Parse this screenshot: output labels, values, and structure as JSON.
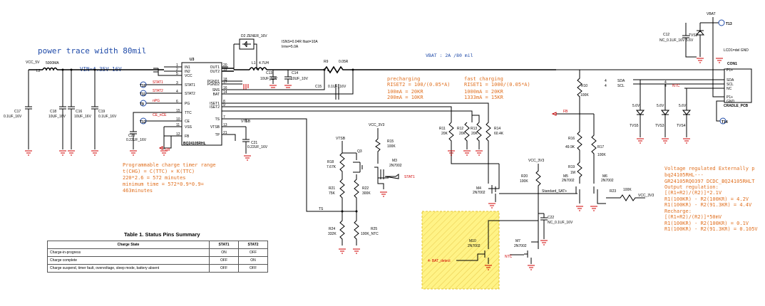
{
  "notes": {
    "power_trace": "power trace width 80mil",
    "vin": "VIN=4.35V-16V",
    "vbat": "VBAT : 2A /80 mil",
    "current_limit": [
      "ISNS=0.04R Ifast=10A",
      "Irme=5.0A"
    ],
    "lcd_gnd": "LCD1=del GND",
    "precharging": [
      "precharging",
      "RISET2 = 100/(0.05*A)",
      "100mA = 20KR",
      "200mA = 10KR"
    ],
    "fast_charging": [
      "fast charging",
      "RISET1 = 1000/(0.05*A)",
      "1000mA = 20KR",
      "1333mA = 15KR"
    ],
    "timer": [
      "Programmable charge timer range",
      "t(CHG) = C(TTC) × K(TTC)",
      "220*2.6 = 572 minutes",
      "minimum time = 572*0.9*0.9=",
      "463minutes"
    ],
    "regulation": [
      "Voltage regulated Externally p",
      "bq24105RHL---",
      "GR24105RQ0397 DCDC_BQ24105RHLT",
      "Output regulation:",
      "[(R1+R2)/(R2)]*2.1V",
      "R1(100KR) - R2(100KR) = 4.2V",
      "R1(100KR) - R2(91.3KR) = 4.4V",
      "Recharge:",
      "[(R1+R2)/(R2)]*50mV",
      "R1(100KR) - R2(100KR) = 0.1V",
      "R1(100KR) - R2(91.3KR) = 0.105V"
    ]
  },
  "ic": {
    "ref": "U3",
    "part": "BQ24105RHL",
    "left_pins": [
      "IN1",
      "IN2",
      "VCC",
      "STAT1",
      "STAT2",
      "PG",
      "TTC",
      "CE",
      "VSS",
      "FB"
    ],
    "left_nums": [
      "1",
      "2",
      "5",
      "3",
      "4",
      "6",
      "15",
      "10",
      "11",
      "12"
    ],
    "right_pins": [
      "OUT1",
      "OUT2",
      "PGND1",
      "PGND2",
      "SNS",
      "BAT",
      "ISET1",
      "ISET2",
      "TS",
      "VTSB",
      "TP"
    ],
    "right_nums": [
      "20",
      "19",
      "18",
      "17",
      "16",
      "14",
      "8",
      "9",
      "7",
      "13",
      "21"
    ]
  },
  "nets": {
    "vcc5v": "VCC_5V",
    "vbat": "VBAT",
    "vtsb": "VTSB",
    "vcc3v3": "VCC_3V3",
    "stat1": "STAT1",
    "stat2": "STAT2",
    "npg": "nPG",
    "ce": "CE_nCE",
    "fb": "FB",
    "ts": "TS",
    "std_sat": "Standard_SAT+",
    "ntc": "NTC",
    "bat_detect": "4- BAT_detect",
    "sda": "SDA",
    "scl": "SCL",
    "num4a": "4",
    "num4b": "4",
    "num4c": "4",
    "num4d": "4"
  },
  "components": {
    "L2": [
      "L2",
      "5000MA"
    ],
    "C17": [
      "C17",
      "0.1UF_16V"
    ],
    "C18": [
      "C18",
      "10UF_16V"
    ],
    "C16": [
      "C16",
      "10UF_16V"
    ],
    "C19": [
      "C19",
      "0.1UF_16V"
    ],
    "C20": [
      "C20",
      "0.22UF_16V"
    ],
    "C21": [
      "C21",
      "0.22UF_16V"
    ],
    "D2": [
      "D2",
      "ZENER_16V"
    ],
    "L1": [
      "L1",
      "4.7UH"
    ],
    "C13": [
      "C13",
      "10UF_10V"
    ],
    "C14": [
      "C14",
      "10UF_10V"
    ],
    "C15": [
      "C15",
      "0.1UF_16V"
    ],
    "R9": [
      "R9",
      "0.05R"
    ],
    "R11": [
      "R11",
      "20K"
    ],
    "R12": [
      "R12",
      "20K"
    ],
    "R13": [
      "R13",
      "20K"
    ],
    "R14": [
      "R14",
      "60.4K"
    ],
    "R15": [
      "R15",
      "100K"
    ],
    "M3": [
      "M3",
      "2N7002"
    ],
    "Q3": [
      "Q3",
      ""
    ],
    "R18": [
      "R18",
      "7.67K"
    ],
    "R21": [
      "R21",
      "75K"
    ],
    "R22": [
      "R22",
      "300K"
    ],
    "R24": [
      "R24",
      "332K"
    ],
    "R25": [
      "R25",
      "100K_NTC"
    ],
    "M4": [
      "M4",
      "2N7002"
    ],
    "R20": [
      "R20",
      "100K"
    ],
    "C22": [
      "C22",
      "NC_0.1UF_16V"
    ],
    "M10": [
      "M10",
      "2N7002"
    ],
    "M7": [
      "M7",
      "2N7002"
    ],
    "R10": [
      "R10",
      "100K"
    ],
    "R16": [
      "R16",
      "49.9K"
    ],
    "R17": [
      "R17",
      "100K"
    ],
    "R19": [
      "R19",
      "1M"
    ],
    "M5": [
      "M5",
      "2N7002"
    ],
    "M6": [
      "M6",
      "2N7002"
    ],
    "R23": [
      "R23",
      "100K"
    ],
    "C12": [
      "C12",
      "NC_0.1UF_16V"
    ],
    "TVS2": [
      "TVS2",
      "5.6V"
    ],
    "TVS5": [
      "TVS5",
      "5.6V"
    ],
    "TVS3": [
      "TVS3",
      "5.6V"
    ],
    "TVS4": [
      "TVS4",
      "5.6V"
    ],
    "CON1": [
      "CON1",
      "CRADLE_PCB"
    ]
  },
  "con1_pins": [
    "P1+",
    "SDA",
    "SCL",
    "NC",
    "P1+",
    "GND"
  ],
  "testpoints": [
    "T13",
    "T14",
    "T10",
    "T11",
    "T9",
    "T12"
  ],
  "table": {
    "caption": "Table 1. Status Pins Summary",
    "headers": [
      "Charge State",
      "STAT1",
      "STAT2"
    ],
    "rows": [
      [
        "Charge-in-progress",
        "ON",
        "OFF"
      ],
      [
        "Charge complete",
        "OFF",
        "ON"
      ],
      [
        "Charge suspend, timer fault, overvoltage, sleep mode, battery absent",
        "OFF",
        "OFF"
      ]
    ]
  },
  "colors": {
    "wire": "#000000",
    "ground": "#d00000",
    "blue_text": "#1f4aa8",
    "orange_text": "#e07020",
    "highlight_fill": "#fff27a",
    "highlight_border": "#e0c020"
  }
}
